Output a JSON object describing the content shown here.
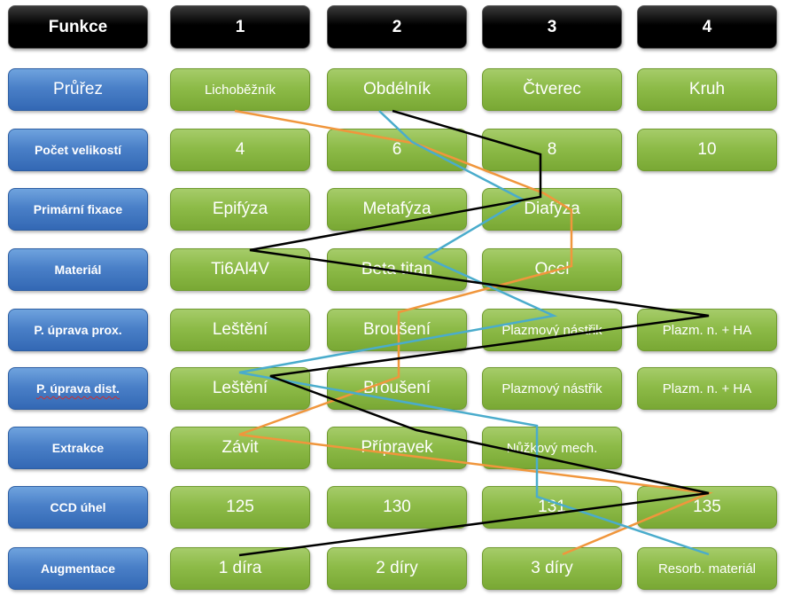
{
  "header": {
    "function_label": "Funkce",
    "columns": [
      "1",
      "2",
      "3",
      "4"
    ]
  },
  "rows": [
    {
      "label": "Průřez",
      "options": [
        "Lichoběžník",
        "Obdélník",
        "Čtverec",
        "Kruh"
      ]
    },
    {
      "label": "Počet velikostí",
      "options": [
        "4",
        "6",
        "8",
        "10"
      ]
    },
    {
      "label": "Primární fixace",
      "options": [
        "Epifýza",
        "Metafýza",
        "Diafýza",
        ""
      ]
    },
    {
      "label": "Materiál",
      "options": [
        "Ti6Al4V",
        "Beta titan",
        "Ocel",
        ""
      ]
    },
    {
      "label": "P. úprava prox.",
      "options": [
        "Leštění",
        "Broušení",
        "Plazmový nástřik",
        "Plazm. n. + HA"
      ]
    },
    {
      "label": "P. úprava dist.",
      "options": [
        "Leštění",
        "Broušení",
        "Plazmový nástřik",
        "Plazm. n. + HA"
      ]
    },
    {
      "label": "Extrakce",
      "options": [
        "Závit",
        "Přípravek",
        "Nůžkový mech.",
        ""
      ]
    },
    {
      "label": "CCD úhel",
      "options": [
        "125",
        "130",
        "131",
        "135"
      ]
    },
    {
      "label": "Augmentace",
      "options": [
        "1 díra",
        "2 díry",
        "3 díry",
        "Resorb. materiál"
      ]
    }
  ],
  "colors": {
    "black_variant": "#000000",
    "orange_variant": "#f0963c",
    "blue_variant": "#4aaccc",
    "header_fill": "#000000",
    "row_label_fill": "#4a80c8",
    "option_fill": "#8dbb48"
  }
}
